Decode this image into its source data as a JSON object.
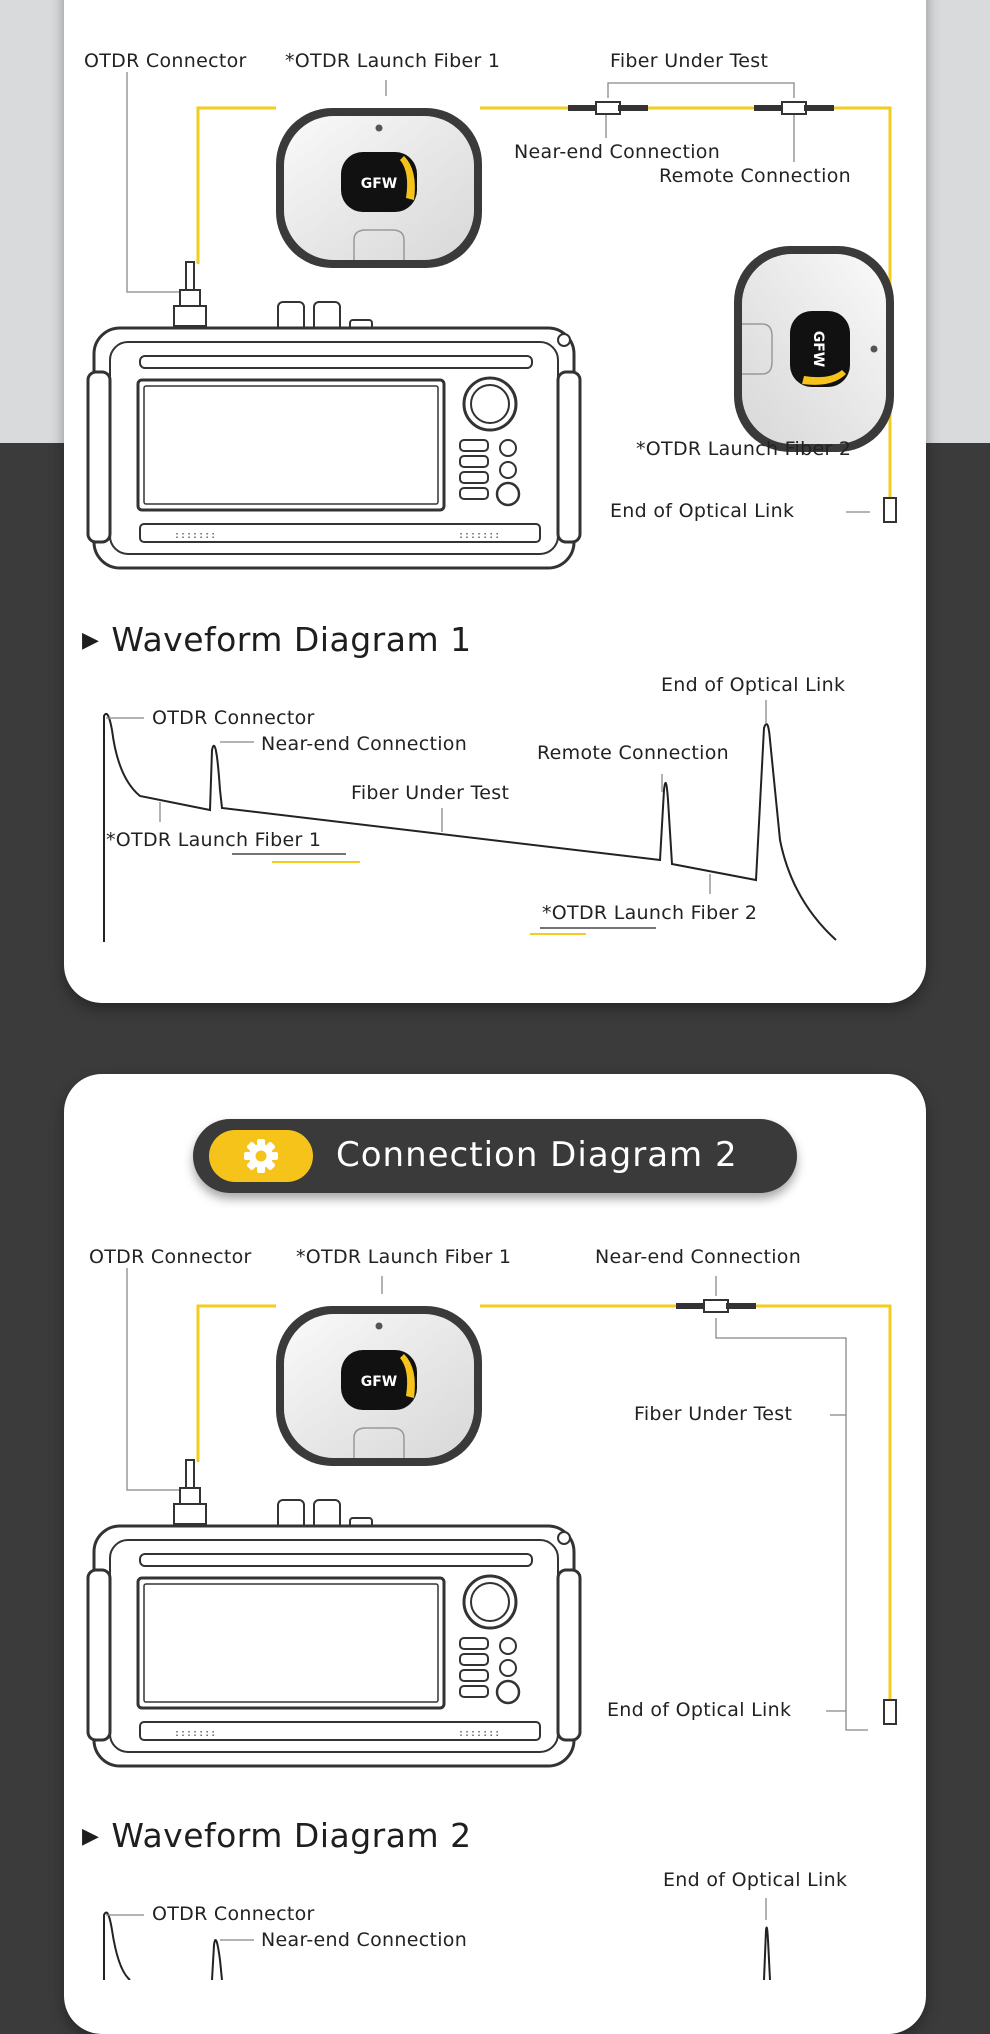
{
  "colors": {
    "fiber_yellow": "#f2cc1f",
    "accent_yellow": "#f5c31a",
    "dark_bg": "#3b3b3b",
    "card": "#ffffff"
  },
  "section1": {
    "connection_labels": {
      "otdr_connector": "OTDR Connector",
      "launch_fiber_1": "*OTDR Launch Fiber 1",
      "fiber_under_test": "Fiber Under Test",
      "near_end": "Near-end Connection",
      "remote": "Remote Connection",
      "launch_fiber_2": "*OTDR Launch Fiber 2",
      "end_of_link": "End of Optical Link"
    },
    "waveform_title": "Waveform Diagram 1",
    "waveform_labels": {
      "end_of_link": "End of Optical Link",
      "otdr_connector": "OTDR Connector",
      "near_end": "Near-end Connection",
      "remote": "Remote Connection",
      "fiber_under_test": "Fiber Under Test",
      "launch_fiber_1": "*OTDR Launch Fiber 1",
      "launch_fiber_2": "*OTDR Launch Fiber 2"
    }
  },
  "section2": {
    "title": "Connection Diagram 2",
    "icon": "gear-icon",
    "connection_labels": {
      "otdr_connector": "OTDR Connector",
      "launch_fiber_1": "*OTDR Launch Fiber 1",
      "near_end": "Near-end Connection",
      "fiber_under_test": "Fiber Under Test",
      "end_of_link": "End of Optical Link"
    },
    "waveform_title": "Waveform Diagram 2",
    "waveform_labels": {
      "end_of_link": "End of Optical Link",
      "otdr_connector": "OTDR Connector",
      "near_end": "Near-end Connection"
    }
  },
  "device": {
    "brand": "GFW"
  }
}
